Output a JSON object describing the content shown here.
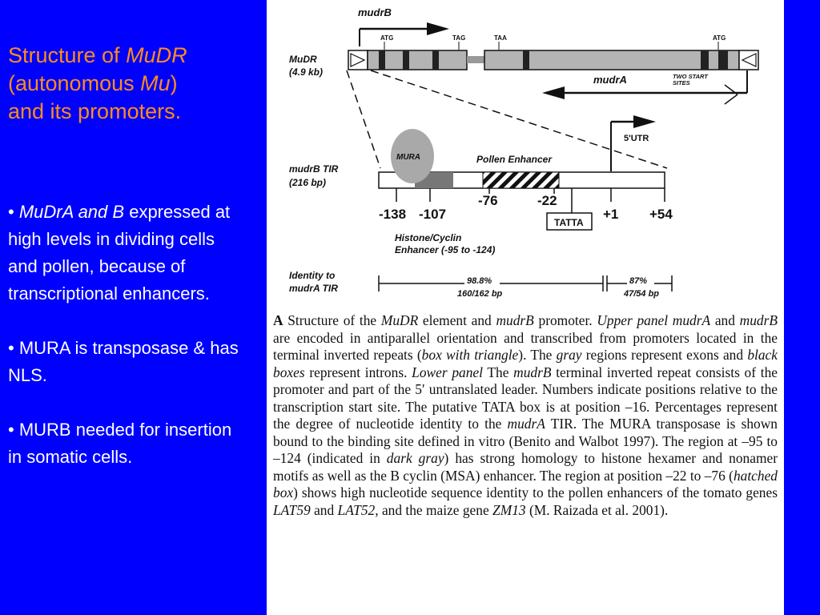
{
  "title": {
    "part1": "Structure of ",
    "part2": "MuDR",
    "part3": "(autonomous ",
    "part4": "Mu",
    "part5": ")",
    "part6": "and its promoters."
  },
  "bullets": {
    "b1_italic": "MuDrA and B",
    "b1_text": "expressed at high levels in dividing cells and pollen, because of transcriptional enhancers.",
    "b2_text": "MURA is transposase & has NLS.",
    "b3_text": "MURB needed for insertion in somatic cells."
  },
  "diagram": {
    "mudrB": "mudrB",
    "mudrA": "mudrA",
    "atg_left": "ATG",
    "tag": "TAG",
    "taa": "TAA",
    "atg_right": "ATG",
    "mudr_name": "MuDR",
    "mudr_size": "(4.9 kb)",
    "two_start_1": "TWO START",
    "two_start_2": "SITES",
    "utr": "5'UTR",
    "mura": "MURA",
    "pollen_enhancer": "Pollen Enhancer",
    "tir_name": "mudrB TIR",
    "tir_size": "(216 bp)",
    "pos_138": "-138",
    "pos_107": "-107",
    "pos_76": "-76",
    "pos_22": "-22",
    "tata": "TATTA",
    "pos_1": "+1",
    "pos_54": "+54",
    "histone_1": "Histone/Cyclin",
    "histone_2": "Enhancer (-95 to -124)",
    "identity_1": "Identity to",
    "identity_2": "mudrA TIR",
    "pct1": "98.8%",
    "ratio1": "160/162 bp",
    "pct2": "87%",
    "ratio2": "47/54 bp"
  },
  "caption": {
    "t01": "A",
    "t02": " Structure of the ",
    "t03": "MuDR",
    "t04": " element and ",
    "t05": "mudrB",
    "t06": " promoter. ",
    "t07": "Upper panel mudrA",
    "t08": " and ",
    "t09": "mudrB",
    "t10": " are encoded in antiparallel orientation and transcribed from promoters located in the terminal inverted repeats (",
    "t11": "box with triangle",
    "t12": "). The ",
    "t13": "gray",
    "t14": " regions represent exons and ",
    "t15": "black boxes",
    "t16": " represent introns. ",
    "t17": "Lower panel",
    "t18": " The ",
    "t19": "mudrB",
    "t20": " terminal inverted repeat consists of the promoter and part of the 5′ untranslated leader. Numbers indicate positions relative to the transcription start site. The putative TATA box is at position –16. Percentages represent the degree of nucleotide identity to the ",
    "t21": "mudrA",
    "t22": " TIR. The MURA transposase is shown bound to the binding site defined in vitro (Benito and Walbot 1997). The region at –95 to –124 (indicated in ",
    "t23": "dark gray",
    "t24": ") has strong homology to histone hexamer and nonamer motifs as well as the B cyclin (MSA) enhancer. The region at position –22 to –76 (",
    "t25": "hatched box",
    "t26": ") shows high nucleotide sequence identity to the pollen enhancers of the tomato genes ",
    "t27": "LAT59",
    "t28": " and ",
    "t29": "LAT52",
    "t30": ", and the maize gene ",
    "t31": "ZM13",
    "t32": " (M. Raizada et al. 2001)."
  },
  "colors": {
    "background": "#0000ff",
    "title": "#ff8c1a",
    "bullet_text": "#ffffff",
    "panel": "#ffffff",
    "exon_gray": "#b4b4b4",
    "intron_black": "#222222",
    "mura_gray": "#a9a9a9",
    "histone_dark_gray": "#777777"
  }
}
